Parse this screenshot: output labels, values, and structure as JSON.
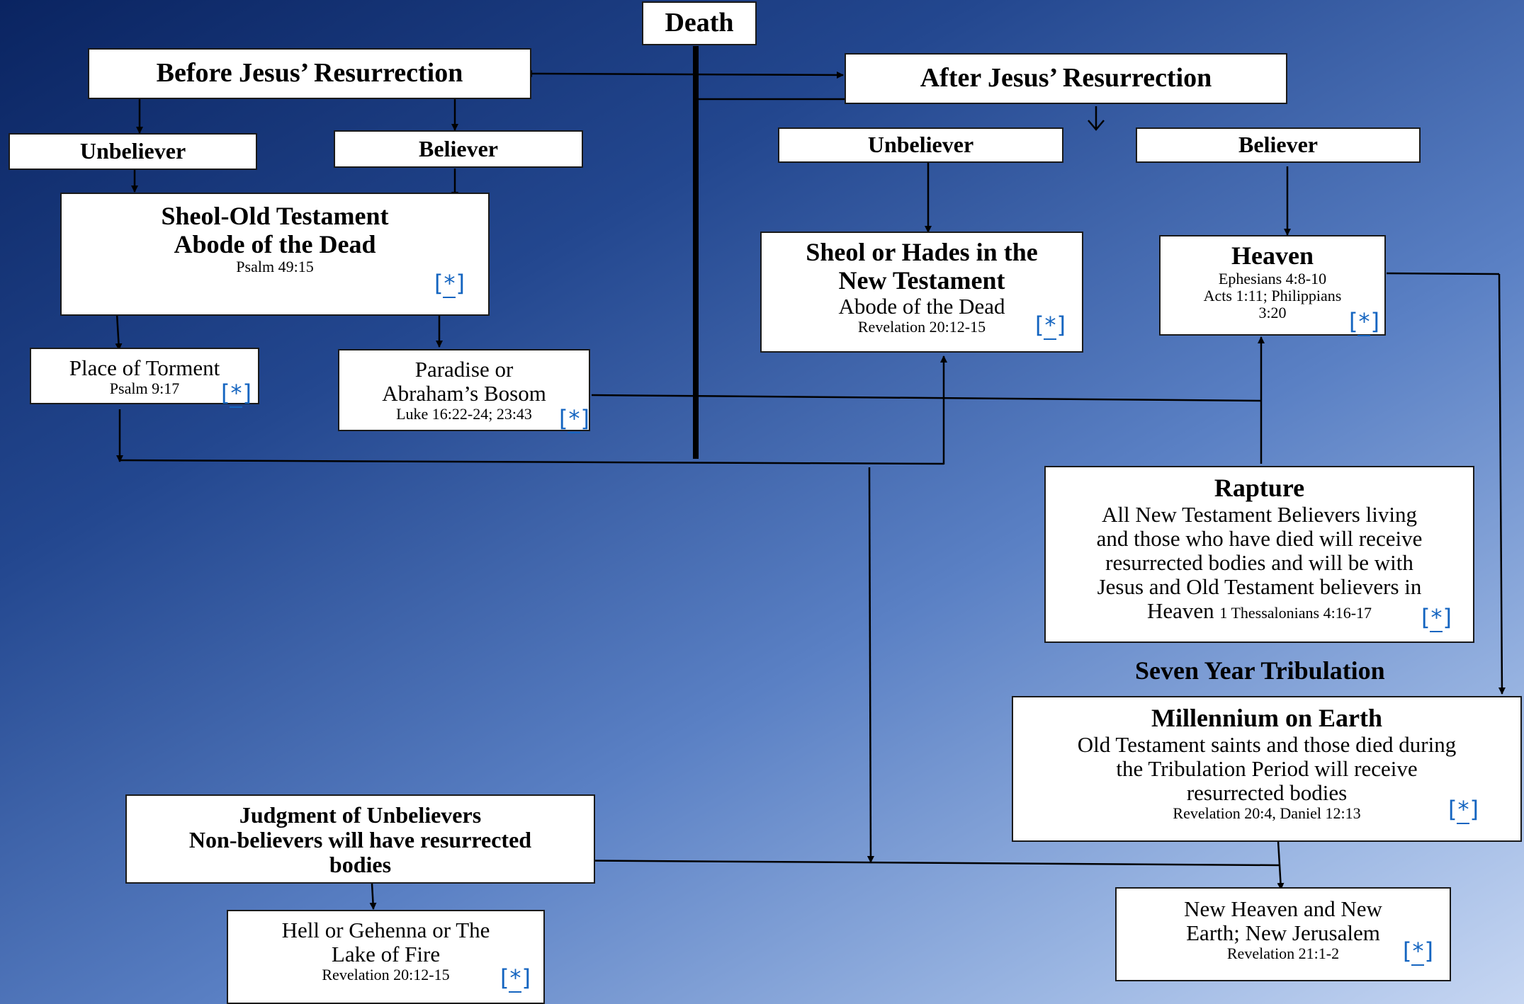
{
  "diagram": {
    "death": "Death",
    "before": {
      "title": "Before Jesus’ Resurrection",
      "unbeliever": "Unbeliever",
      "believer": "Believer",
      "sheol": {
        "line1": "Sheol-Old Testament",
        "line2": "Abode of the Dead",
        "ref": "Psalm 49:15"
      },
      "torment": {
        "line1": "Place of Torment",
        "ref": "Psalm 9:17"
      },
      "paradise": {
        "line1": "Paradise or",
        "line2": "Abraham’s Bosom",
        "ref": "Luke 16:22-24; 23:43"
      }
    },
    "after": {
      "title": "After Jesus’ Resurrection",
      "unbeliever": "Unbeliever",
      "believer": "Believer",
      "hades": {
        "line1": "Sheol or Hades in the",
        "line2": "New Testament",
        "line3": "Abode of the Dead",
        "ref": "Revelation 20:12-15"
      },
      "heaven": {
        "title": "Heaven",
        "ref1": "Ephesians 4:8-10",
        "ref2": "Acts 1:11; Philippians",
        "ref3": "3:20"
      }
    },
    "rapture": {
      "title": "Rapture",
      "line1": "All New Testament Believers living",
      "line2": "and those who have died will receive",
      "line3": "resurrected bodies and will be with",
      "line4": "Jesus and Old Testament believers in",
      "line5": "Heaven",
      "ref": "1 Thessalonians 4:16-17"
    },
    "tribulation": "Seven Year Tribulation",
    "millennium": {
      "title": "Millennium on Earth",
      "line1": "Old Testament saints and those died during",
      "line2": "the Tribulation Period will receive",
      "line3": "resurrected bodies",
      "ref": "Revelation 20:4, Daniel 12:13"
    },
    "judgment": {
      "line1": "Judgment of Unbelievers",
      "line2": "Non-believers will have resurrected",
      "line3": "bodies"
    },
    "hell": {
      "line1": "Hell or Gehenna or The",
      "line2": "Lake of Fire",
      "ref": "Revelation 20:12-15"
    },
    "new_heaven": {
      "line1": "New Heaven and New",
      "line2": "Earth; New Jerusalem",
      "ref": "Revelation 21:1-2"
    },
    "footnote_mark": "*",
    "footnote_open": "[",
    "footnote_close": "]"
  },
  "colors": {
    "link": "#1565c0",
    "box": "#ffffff",
    "line": "#000000"
  }
}
